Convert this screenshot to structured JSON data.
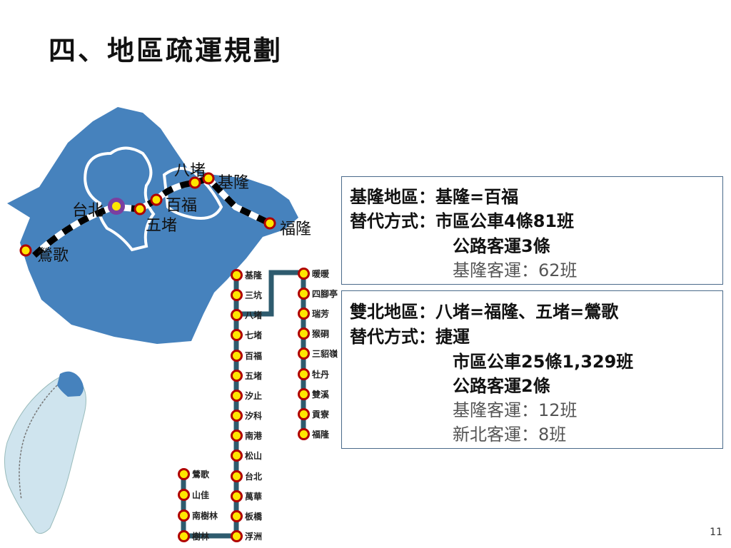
{
  "title": "四、地區疏運規劃",
  "page_number": "11",
  "map_labels": {
    "yingge": "鶯歌",
    "taipei": "台北",
    "wudu": "五堵",
    "baifu": "百福",
    "badu": "八堵",
    "keelung": "基隆",
    "fulong": "福隆"
  },
  "line_left": [
    "鶯歌",
    "山佳",
    "南樹林",
    "樹林"
  ],
  "line_main": [
    "基隆",
    "三坑",
    "八堵",
    "七堵",
    "百福",
    "五堵",
    "汐止",
    "汐科",
    "南港",
    "松山",
    "台北",
    "萬華",
    "板橋",
    "浮洲"
  ],
  "line_right": [
    "暖暖",
    "四腳亭",
    "瑞芳",
    "猴硐",
    "三貂嶺",
    "牡丹",
    "雙溪",
    "貢寮",
    "福隆"
  ],
  "box1": {
    "l1": "基隆地區：基隆=百福",
    "l2": "替代方式：市區公車4條81班",
    "l3": "公路客運3條",
    "l4": "基隆客運：62班"
  },
  "box2": {
    "l1": "雙北地區：八堵=福隆、五堵=鶯歌",
    "l2": "替代方式：捷運",
    "l3": "市區公車25條1,329班",
    "l4": "公路客運2條",
    "l5": "基隆客運：12班",
    "l6": "新北客運：8班"
  },
  "colors": {
    "map": "#4682bd",
    "line": "#2e5b6e",
    "station_fill": "#ffe600",
    "station_ring": "#b00000"
  }
}
